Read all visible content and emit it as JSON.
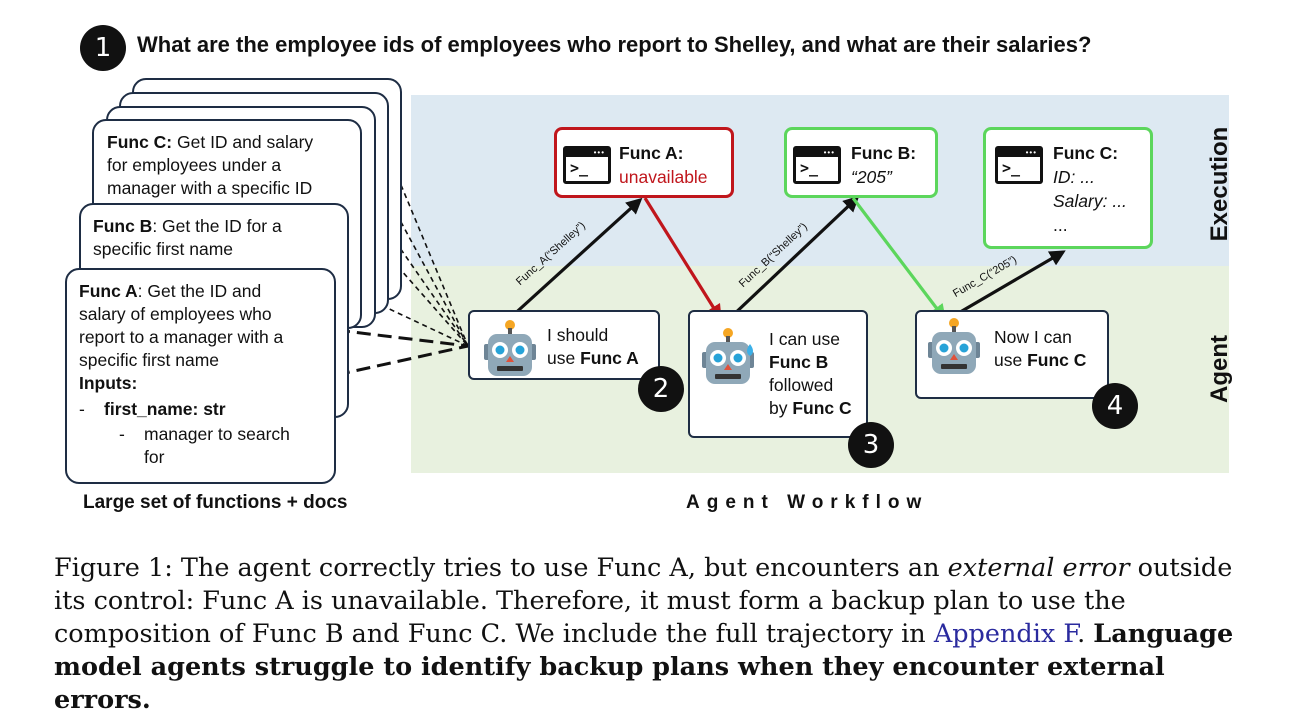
{
  "question": {
    "badge": "1",
    "text": "What are the employee ids of employees who report to Shelley, and what are their salaries?"
  },
  "bands": {
    "execution_label": "Execution",
    "agent_label": "Agent"
  },
  "function_cards": {
    "func_c": {
      "name": "Func C:",
      "lines": [
        " Get ID and salary",
        "for employees under a",
        "manager with a specific ID"
      ]
    },
    "func_b": {
      "name": "Func B",
      "lines": [
        ": Get the ID for a",
        "specific first name"
      ]
    },
    "func_a": {
      "name": "Func A",
      "lines": [
        ": Get the ID and",
        "salary of employees who",
        "report to a manager with a",
        "specific first name"
      ],
      "inputs_label": "Inputs:",
      "param_dash": "-",
      "param": "first_name: str",
      "sub_dash": "-",
      "sub_lines": [
        "manager to search",
        "for"
      ]
    }
  },
  "execution_boxes": [
    {
      "title": "Func A:",
      "result": "unavailable",
      "border_color": "#c0161c",
      "result_color": "#c0161c"
    },
    {
      "title": "Func B:",
      "result": "“205”",
      "border_color": "#5cd65c"
    },
    {
      "title": "Func C:",
      "lines": [
        "ID: ...",
        "Salary: ...",
        "..."
      ],
      "border_color": "#5cd65c"
    }
  ],
  "agent_steps": [
    {
      "badge": "2",
      "lines": [
        "I should",
        "use "
      ],
      "bold": "Func A"
    },
    {
      "badge": "3",
      "l1": "I can use",
      "b1": "Func B",
      "l2": "followed",
      "l3": "by ",
      "b2": "Func C"
    },
    {
      "badge": "4",
      "lines": [
        "Now I can",
        "use "
      ],
      "bold": "Func C"
    }
  ],
  "calls": [
    {
      "label": "Func_A(“Shelley”)",
      "color": "#111111"
    },
    {
      "label": "Func_B(“Shelley”)",
      "color": "#111111"
    },
    {
      "label": "Func_C(“205”)",
      "color": "#111111"
    }
  ],
  "returns": [
    {
      "color": "#c0161c"
    },
    {
      "color": "#5cd65c"
    }
  ],
  "bottom_labels": {
    "left": "Large set of functions + docs",
    "center": "Agent Workflow"
  },
  "caption": {
    "p1": "Figure 1: The agent correctly tries to use Func A, but encounters an ",
    "italic": "external error",
    "p2": " outside its control: Func A is unavailable. Therefore, it must form a backup plan to use the composition of Func B and Func C. We include the full trajectory in ",
    "link": "Appendix F",
    "p3": ". ",
    "bold": "Language model agents struggle to identify backup plans when they encounter external errors."
  },
  "colors": {
    "execution_band": "#dde9f2",
    "agent_band": "#e8f1df",
    "error_red": "#c0161c",
    "success_green": "#5cd65c",
    "card_border": "#1e2d44"
  }
}
